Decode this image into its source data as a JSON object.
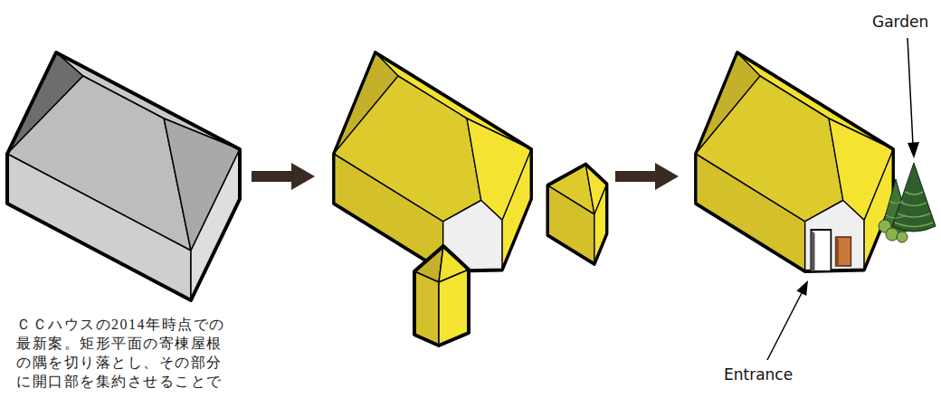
{
  "diagram": {
    "caption": "ＣＣハウスの2014年時点での最新案。矩形平面の寄棟屋根の隅を切り落とし、その部分に開口部を集約させることで",
    "labels": [
      "Garden",
      "Entrance"
    ]
  }
}
